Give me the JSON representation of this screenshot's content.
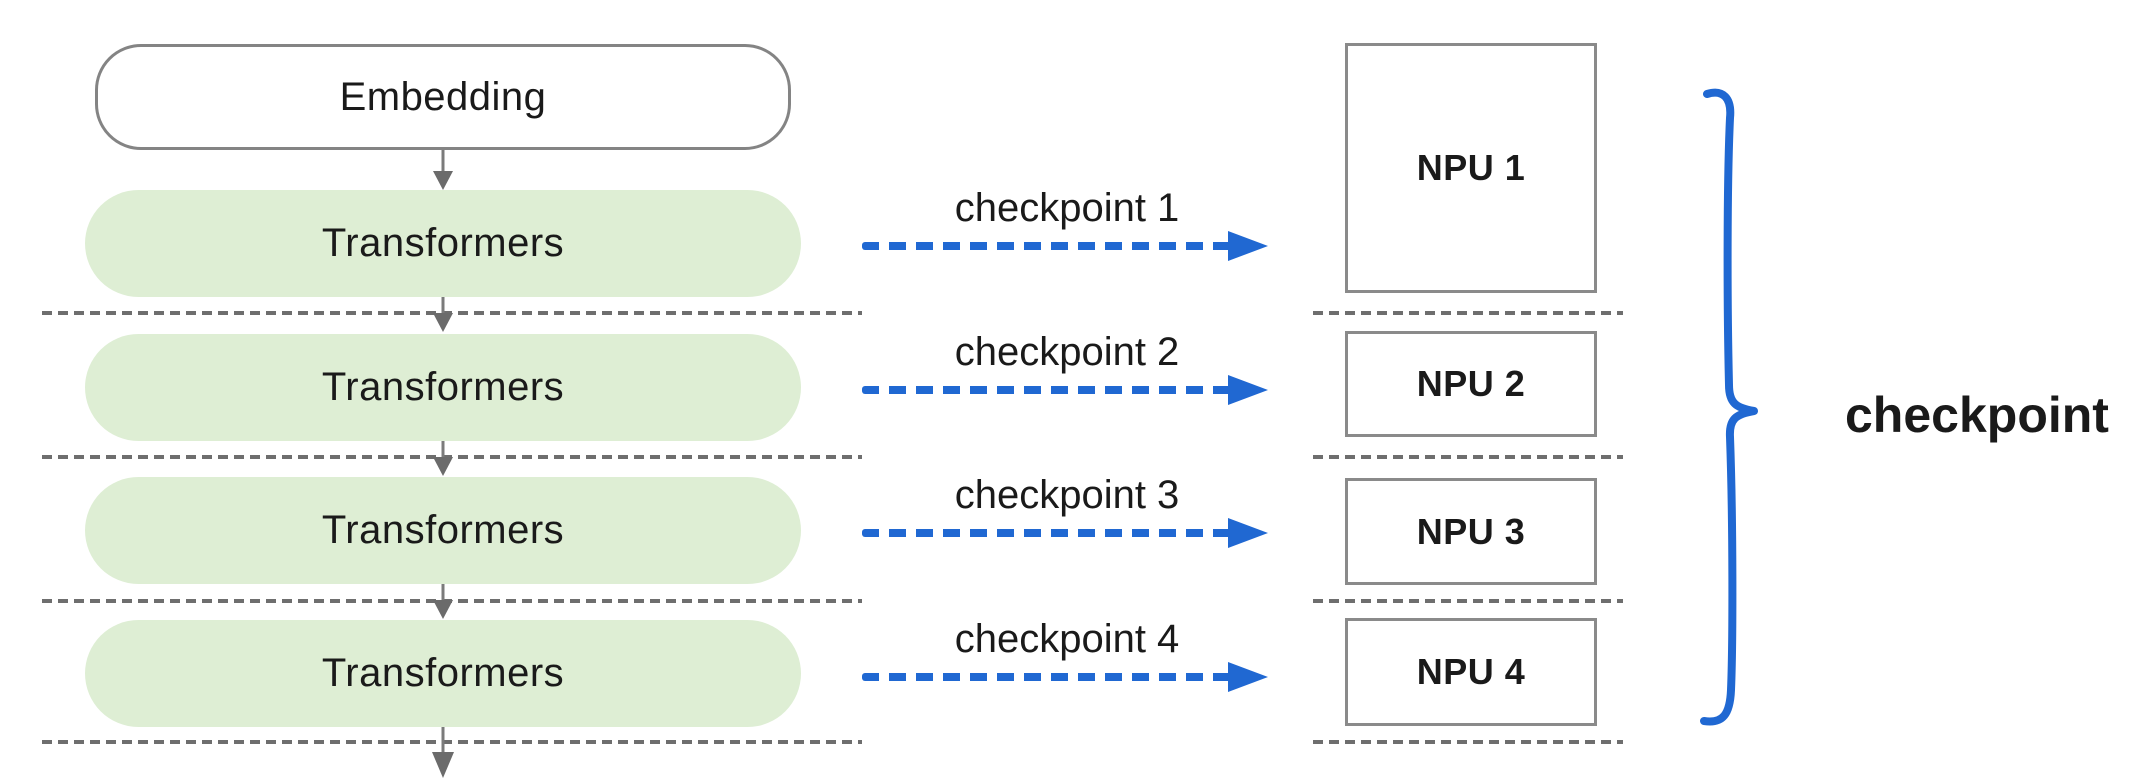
{
  "diagram": {
    "embedding": "Embedding",
    "transformers": [
      "Transformers",
      "Transformers",
      "Transformers",
      "Transformers"
    ],
    "checkpoints": [
      "checkpoint 1",
      "checkpoint 2",
      "checkpoint 3",
      "checkpoint 4"
    ],
    "npus": [
      "NPU 1",
      "NPU 2",
      "NPU 3",
      "NPU 4"
    ],
    "brace_label": "checkpoint"
  },
  "colors": {
    "transformer_fill": "#deeed4",
    "accent_blue": "#2068d2",
    "node_border_gray": "#848484",
    "dash_gray": "#6e6e6e",
    "arrow_gray": "#7b7b7b",
    "text": "#1a1a1a"
  }
}
